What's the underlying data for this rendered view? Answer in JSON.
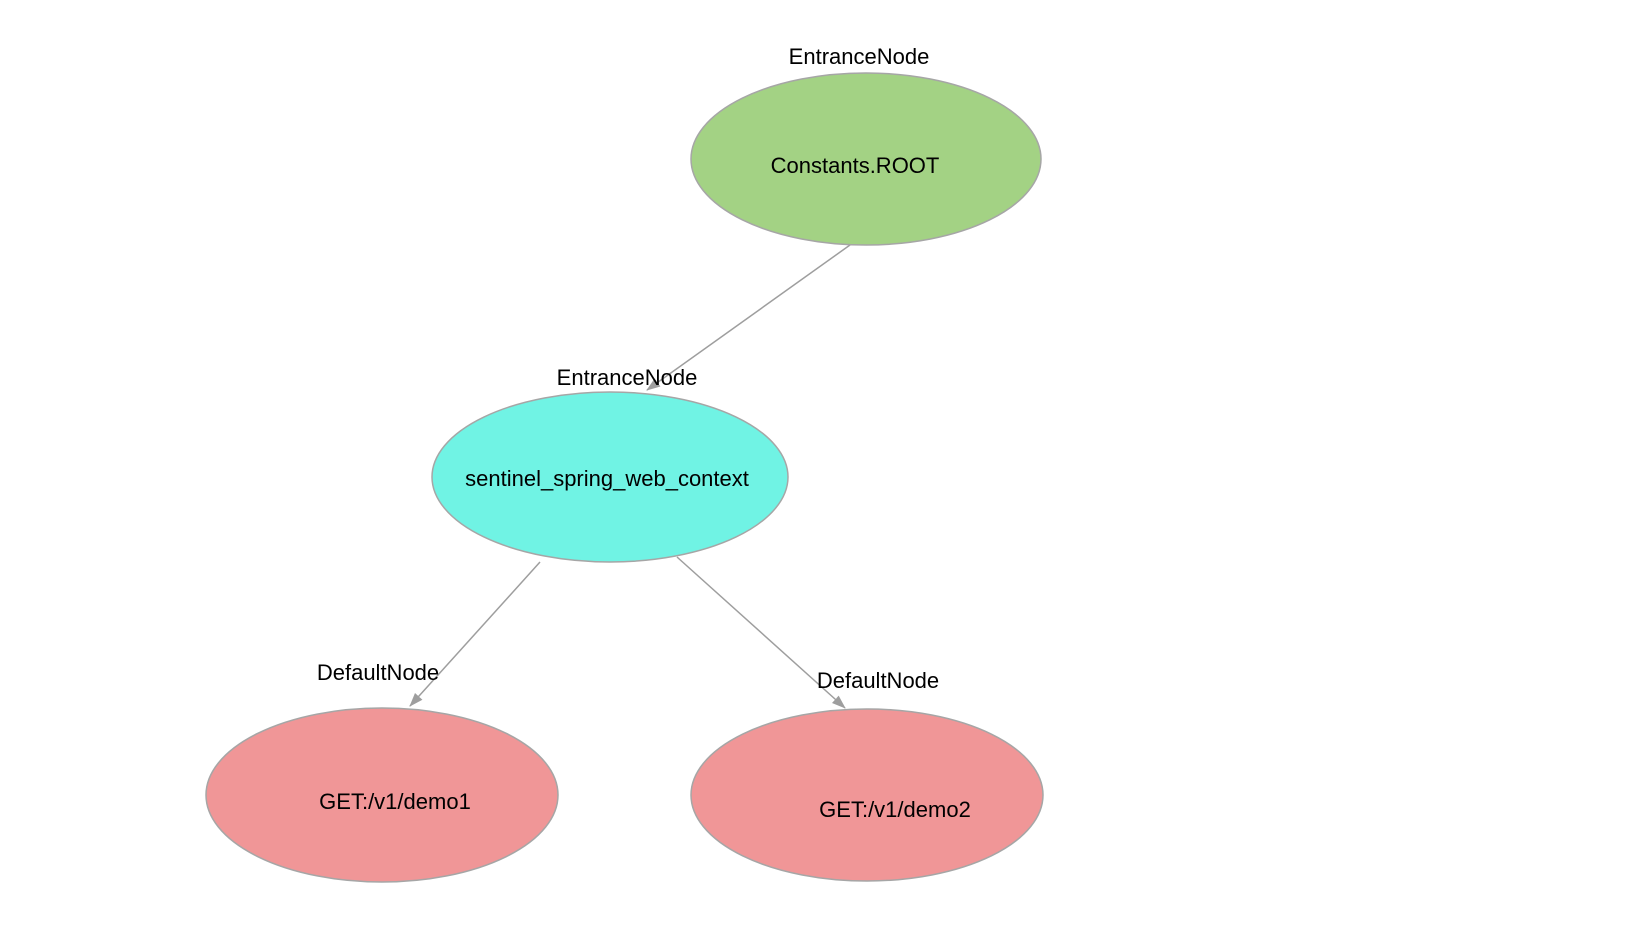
{
  "diagram": {
    "background": "#ffffff",
    "colors": {
      "entrance_root_fill": "#a3d284",
      "entrance_context_fill": "#70f3e4",
      "default_node_fill": "#f09697",
      "node_border": "#a6a6a6",
      "edge": "#9e9e9e",
      "text": "#000000"
    },
    "nodes": [
      {
        "id": "root",
        "type_label": "EntranceNode",
        "label": "Constants.ROOT",
        "fill": "#a3d284"
      },
      {
        "id": "context",
        "type_label": "EntranceNode",
        "label": "sentinel_spring_web_context",
        "fill": "#70f3e4"
      },
      {
        "id": "demo1",
        "type_label": "DefaultNode",
        "label": "GET:/v1/demo1",
        "fill": "#f09697"
      },
      {
        "id": "demo2",
        "type_label": "DefaultNode",
        "label": "GET:/v1/demo2",
        "fill": "#f09697"
      }
    ],
    "edges": [
      {
        "from": "root",
        "to": "context"
      },
      {
        "from": "context",
        "to": "demo1"
      },
      {
        "from": "context",
        "to": "demo2"
      }
    ]
  }
}
